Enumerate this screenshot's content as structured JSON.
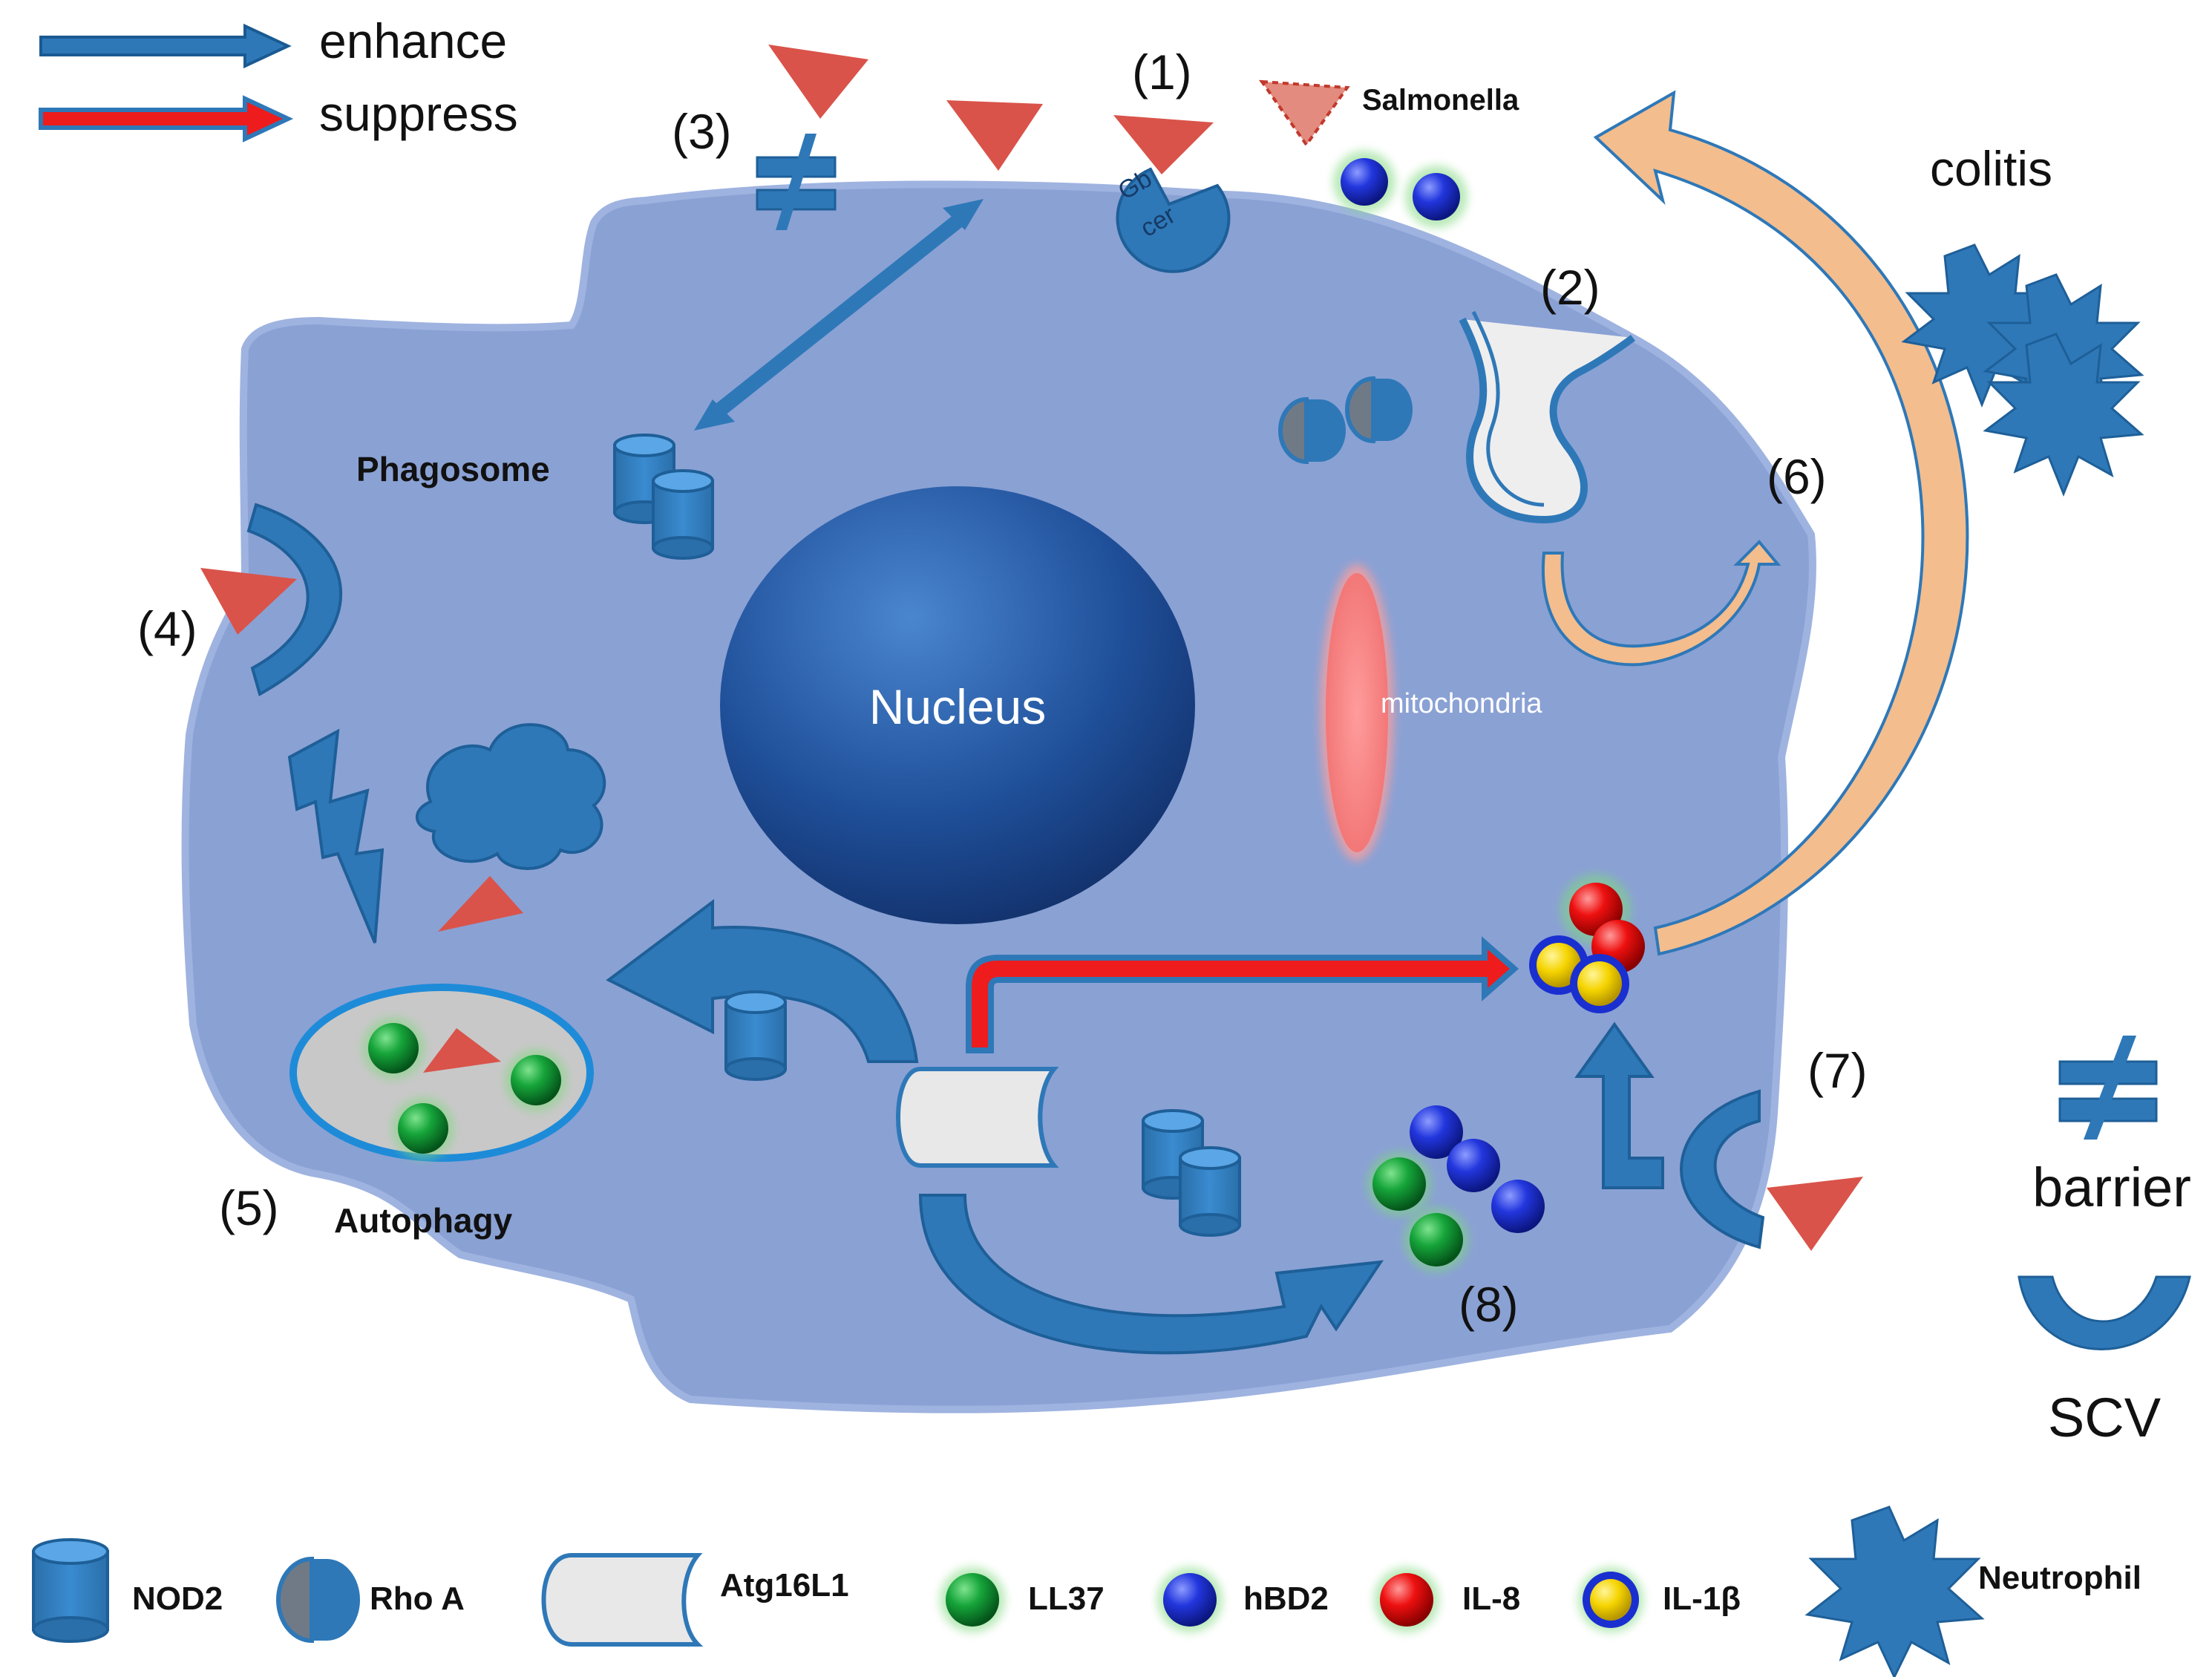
{
  "legend_top": {
    "enhance": "enhance",
    "suppress": "suppress"
  },
  "labels": {
    "salmonella": "Salmonella",
    "colitis": "colitis",
    "phagosome": "Phagosome",
    "autophagy": "Autophagy",
    "nucleus": "Nucleus",
    "mitochondria": "mitochondria",
    "gb_cer": [
      "Gb",
      "cer"
    ]
  },
  "step_numbers": [
    "(1)",
    "(2)",
    "(3)",
    "(4)",
    "(5)",
    "(6)",
    "(7)",
    "(8)"
  ],
  "side_legend": {
    "barrier": "barrier",
    "scv": "SCV"
  },
  "bottom_legend": [
    "NOD2",
    "Rho A",
    "Atg16L1",
    "LL37",
    "hBD2",
    "IL-8",
    "IL-1β",
    "Neutrophil"
  ],
  "colors": {
    "cell": "#8aa1d4",
    "blue_shape": "#2e78b8",
    "salmonella": "#d9534a",
    "suppress_arrow": "#ee1c1c",
    "colitis_arrow": "#f3bd8e",
    "ll37": "#0a8a2a",
    "hbd2": "#1a2fd0",
    "il8": "#e01010",
    "il1b_core": "#f4d400"
  }
}
